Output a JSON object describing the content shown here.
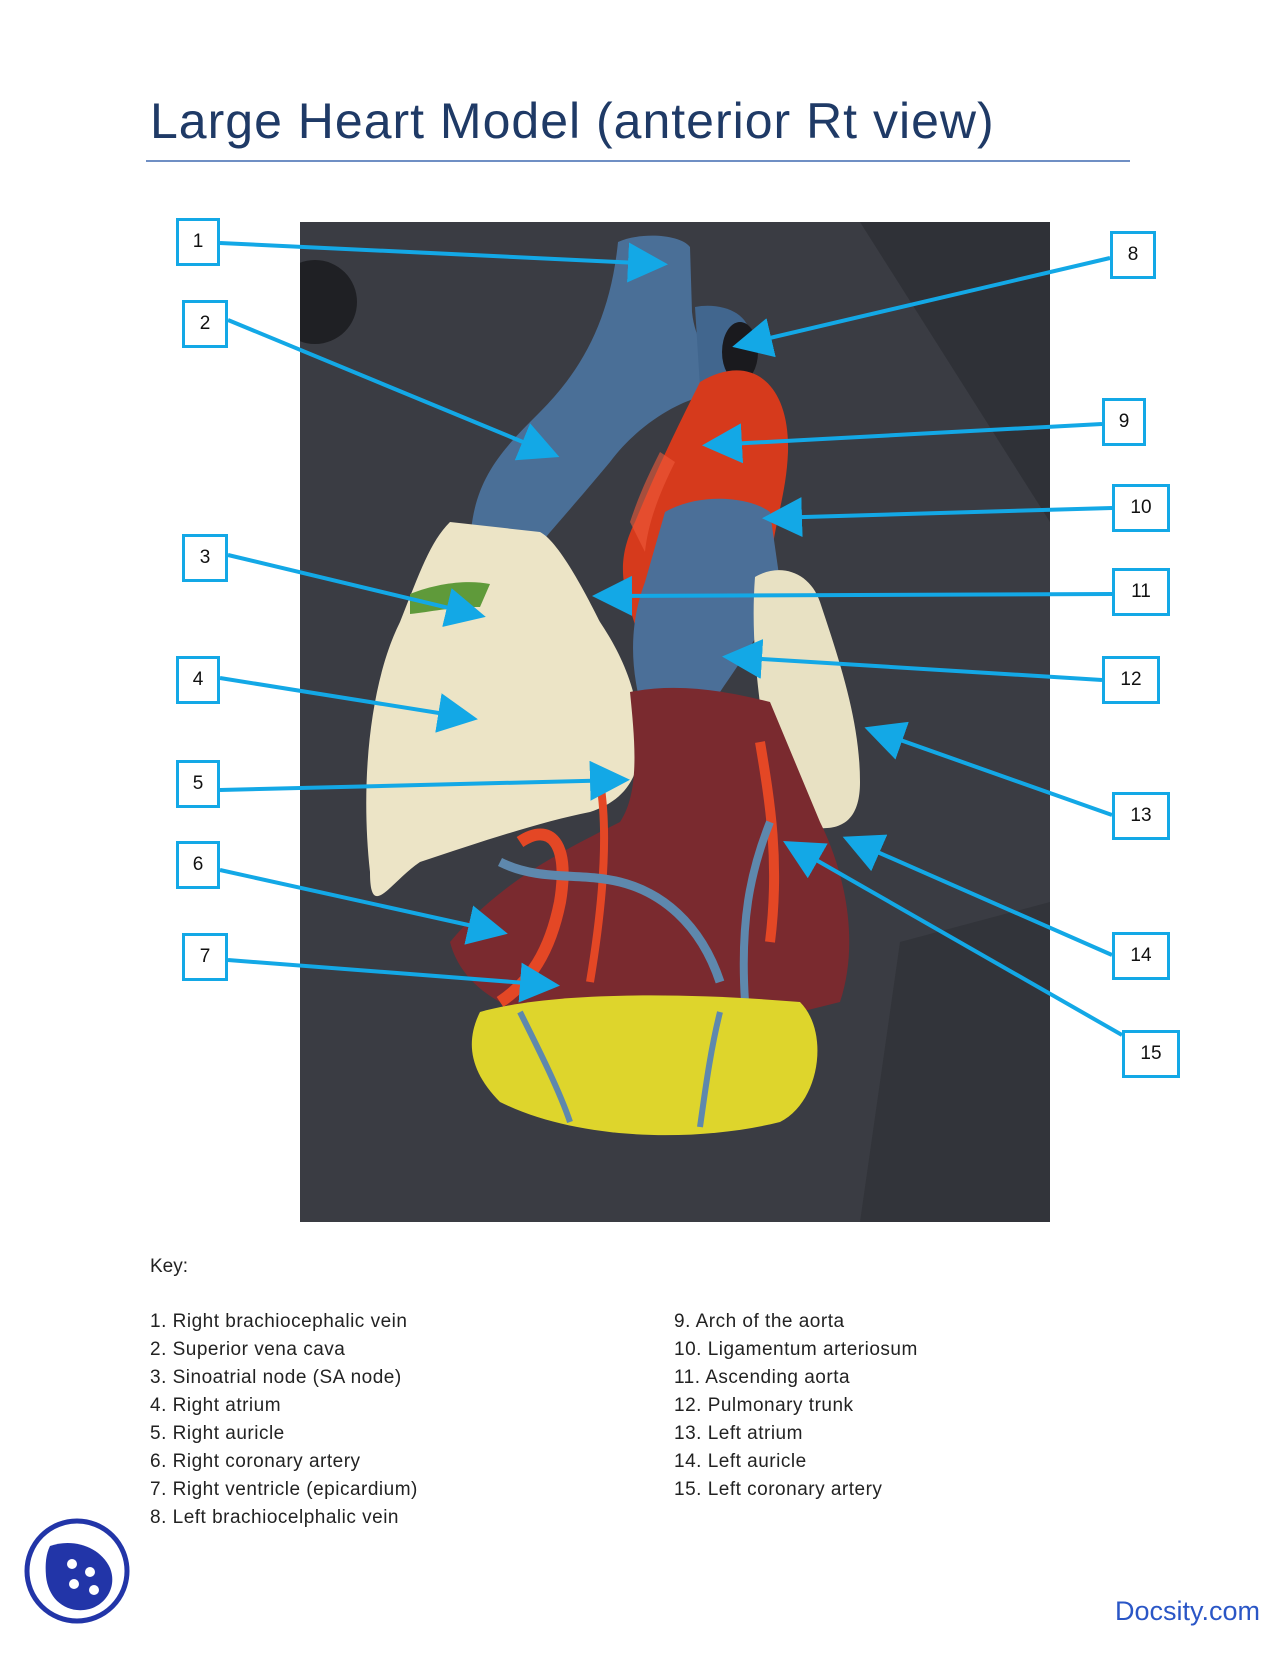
{
  "title": "Large Heart Model (anterior Rt view)",
  "labels": [
    "1",
    "2",
    "3",
    "4",
    "5",
    "6",
    "7",
    "8",
    "9",
    "10",
    "11",
    "12",
    "13",
    "14",
    "15"
  ],
  "key": {
    "heading": "Key:",
    "left": [
      "1. Right brachiocephalic vein",
      "2. Superior vena cava",
      "3. Sinoatrial node (SA node)",
      "4. Right atrium",
      "5. Right auricle",
      "6. Right coronary artery",
      "7. Right ventricle (epicardium)",
      "8. Left brachiocelphalic vein"
    ],
    "right": [
      "9. Arch of the aorta",
      "10. Ligamentum arteriosum",
      "11. Ascending aorta",
      "12. Pulmonary trunk",
      "13. Left atrium",
      "14. Left auricle",
      "15. Left coronary artery"
    ]
  },
  "brand": "Docsity.com",
  "colors": {
    "arrow": "#13a8e6",
    "title": "#1f3a66",
    "brand": "#2a56c6"
  }
}
